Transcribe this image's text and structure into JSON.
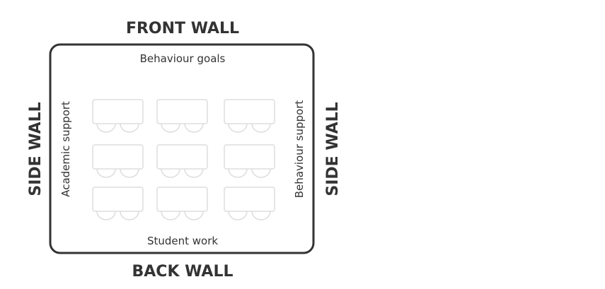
{
  "walls": {
    "front": "FRONT WALL",
    "back": "BACK WALL",
    "left": "SIDE WALL",
    "right": "SIDE WALL"
  },
  "zones": {
    "top": "Behaviour goals",
    "bottom": "Student work",
    "left": "Academic support",
    "right": "Behaviour support"
  },
  "desks": {
    "rows": 3,
    "columns": 3,
    "chairs_per_desk": 2
  }
}
